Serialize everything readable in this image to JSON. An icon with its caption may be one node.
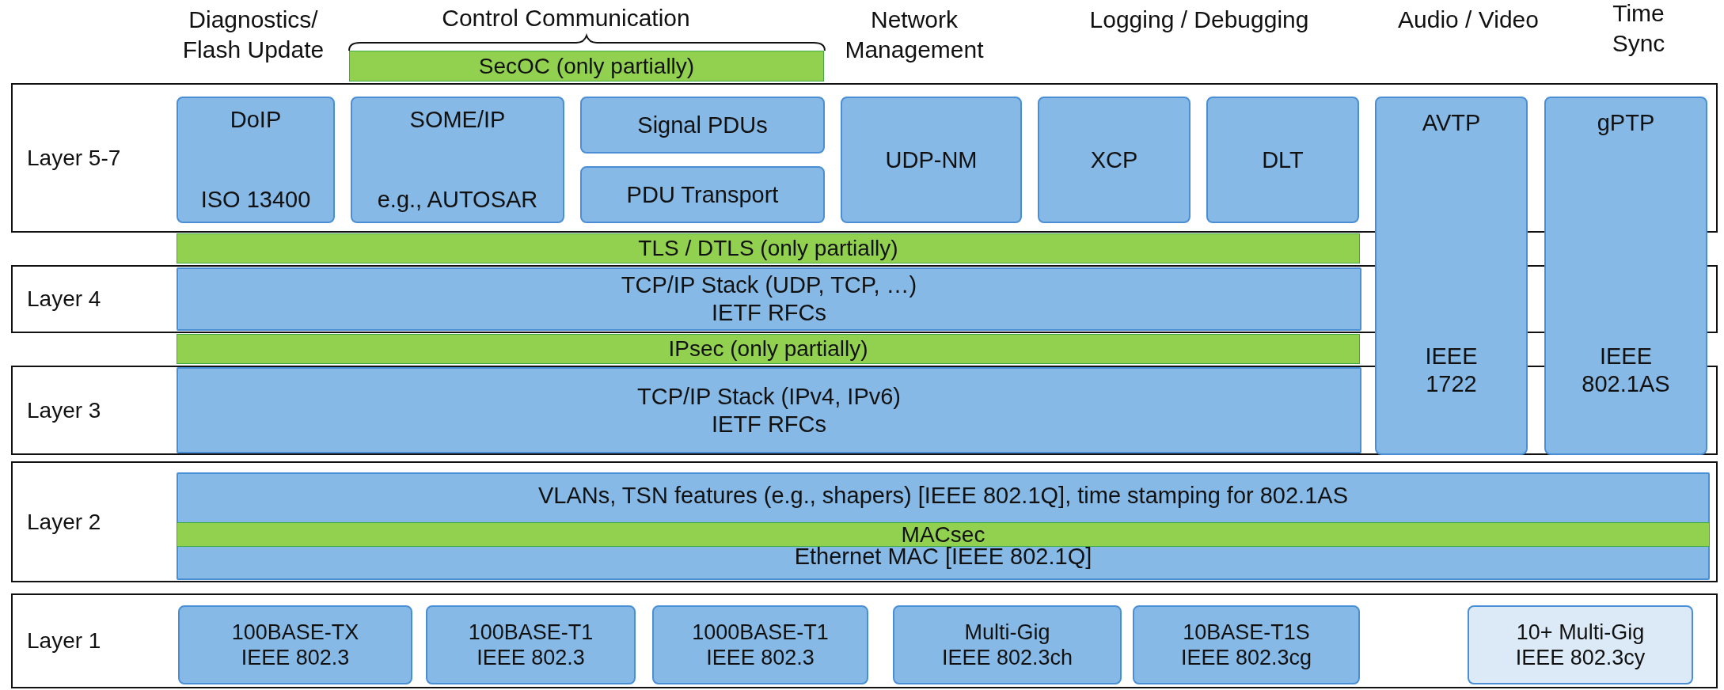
{
  "diagram": {
    "nodes": [
      {
        "text": [
          "Layer 5-7"
        ]
      },
      {
        "text": [
          "DoIP",
          "ISO 13400"
        ],
        "in": 0
      },
      {
        "text": [
          "SecOC (only partially)"
        ]
      },
      {
        "text": [
          "SOME/IP",
          "e.g., AUTOSAR"
        ],
        "in": 0
      },
      {
        "text": [
          "Signal PDUs"
        ],
        "in": 0
      },
      {
        "text": [
          "PDU Transport"
        ],
        "in": 0
      },
      {
        "text": [
          "UDP-NM"
        ],
        "in": 0
      },
      {
        "text": [
          "XCP"
        ],
        "in": 0
      },
      {
        "text": [
          "DLT"
        ],
        "in": 0
      },
      {
        "text": [
          "AVTP",
          "IEEE 1722"
        ]
      },
      {
        "text": [
          "gPTP",
          "IEEE 802.1AS"
        ]
      },
      {
        "text": [
          "Layer 4"
        ]
      },
      {
        "text": [
          "TLS / DTLS (only partially)"
        ]
      },
      {
        "text": [
          "TCP/IP Stack (UDP, TCP, …)",
          "IETF RFCs"
        ],
        "in": 11
      },
      {
        "text": [
          "Layer 3"
        ]
      },
      {
        "text": [
          "IPsec (only partially)"
        ]
      },
      {
        "text": [
          "TCP/IP Stack (IPv4, IPv6)",
          "IETF RFCs"
        ],
        "in": 14
      },
      {
        "text": [
          "Layer 2"
        ]
      },
      {
        "text": [
          "VLANs, TSN features (e.g., shapers) [IEEE 802.1Q], time stamping for 802.1AS",
          "Ethernet MAC [IEEE 802.1Q]"
        ],
        "in": 17
      },
      {
        "text": [
          "MACsec"
        ],
        "in": 18
      },
      {
        "text": [
          "Layer 1"
        ]
      },
      {
        "text": [
          "100BASE-TX",
          "IEEE 802.3"
        ],
        "in": 20
      },
      {
        "text": [
          "100BASE-T1",
          "IEEE 802.3"
        ],
        "in": 20
      },
      {
        "text": [
          "1000BASE-T1",
          "IEEE 802.3"
        ],
        "in": 20
      },
      {
        "text": [
          "Multi-Gig",
          "IEEE 802.3ch"
        ],
        "in": 20
      },
      {
        "text": [
          "10BASE-T1S",
          "IEEE 802.3cg"
        ],
        "in": 20
      },
      {
        "text": [
          "10+ Multi-Gig",
          "IEEE 802.3cy"
        ],
        "in": 20
      }
    ],
    "labels": [
      "Diagnostics/ Flash Update",
      "Control Communication",
      "Network Management",
      "Logging / Debugging",
      "Audio / Video",
      "Time Sync"
    ]
  }
}
